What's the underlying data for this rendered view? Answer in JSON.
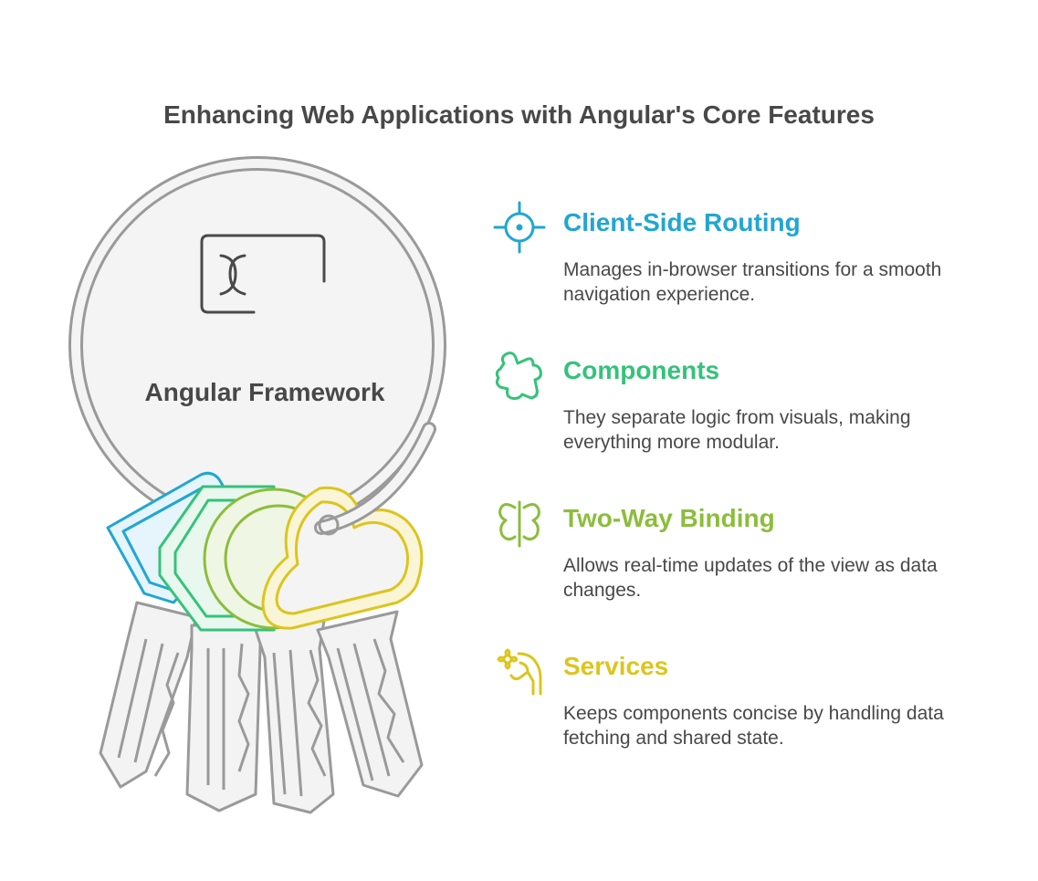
{
  "title": "Enhancing Web Applications with Angular's Core Features",
  "center_label": "Angular Framework",
  "features": [
    {
      "title": "Client-Side Routing",
      "description": "Manages in-browser transitions for a smooth navigation experience.",
      "color": "#21a6d2",
      "icon": "crosshair-icon"
    },
    {
      "title": "Components",
      "description": "They separate logic from visuals, making everything more modular.",
      "color": "#35c27a",
      "icon": "puzzle-piece-icon"
    },
    {
      "title": "Two-Way Binding",
      "description": "Allows real-time updates of the view as data changes.",
      "color": "#8cbd3c",
      "icon": "butterfly-icon"
    },
    {
      "title": "Services",
      "description": "Keeps components concise by handling data fetching and shared state.",
      "color": "#dcc51e",
      "icon": "hand-with-flower-icon"
    }
  ]
}
